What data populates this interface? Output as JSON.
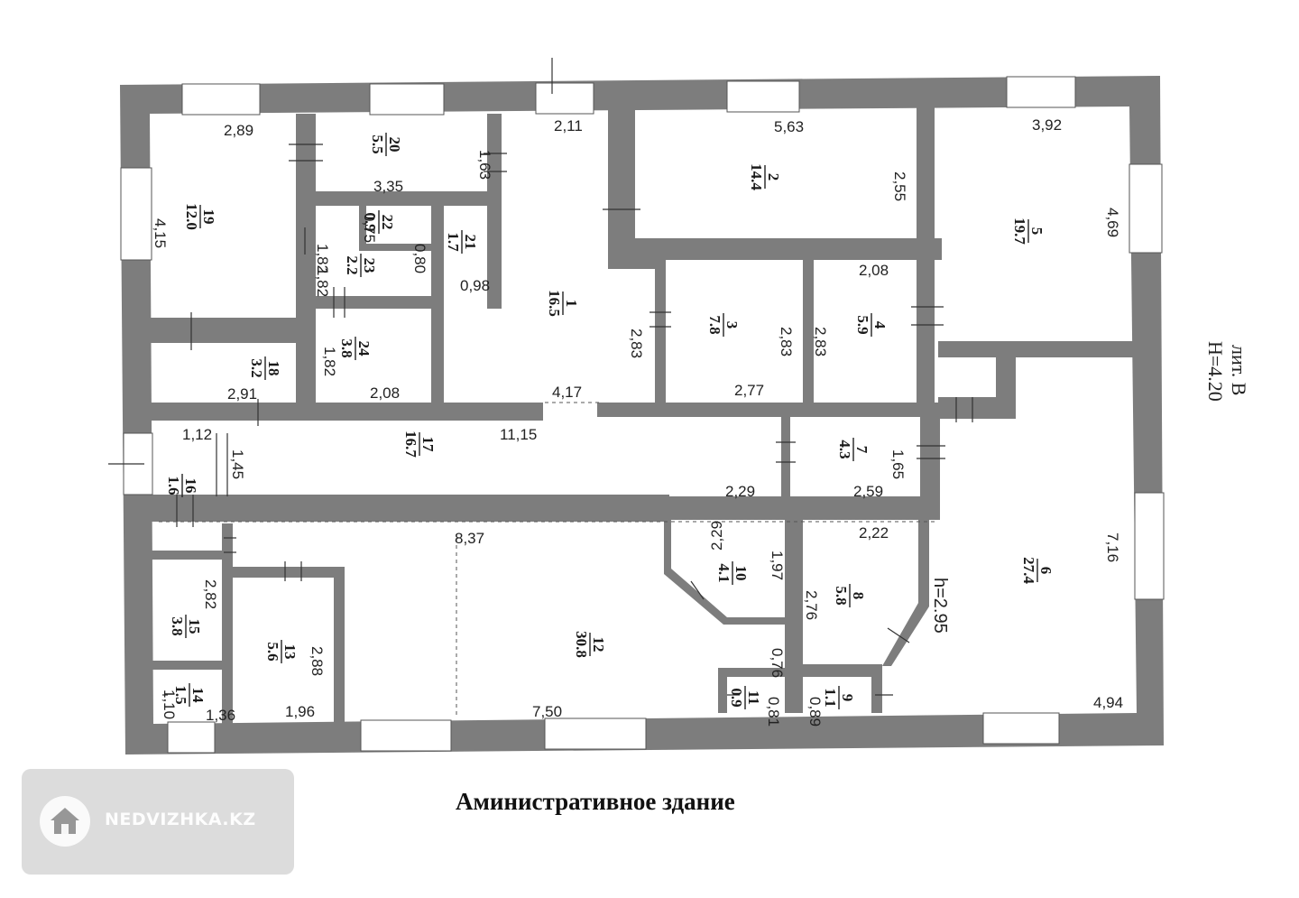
{
  "caption": "Аминистративное здание",
  "side_note": {
    "line1": "лит. В",
    "line2": "H=4.20"
  },
  "ceiling_note": "h=2.95",
  "watermark": {
    "text": "NEDVIZHKA.KZ",
    "icon": "house-icon"
  },
  "colors": {
    "wall": "#7d7d7d",
    "window": "#ffffff",
    "ink": "#222222"
  },
  "rooms": [
    {
      "id": "r19",
      "num": "19",
      "area": "12.0"
    },
    {
      "id": "r20",
      "num": "20",
      "area": "5.5"
    },
    {
      "id": "r22",
      "num": "22",
      "area": "0.9"
    },
    {
      "id": "r21",
      "num": "21",
      "area": "1.7"
    },
    {
      "id": "r23",
      "num": "23",
      "area": "2.2"
    },
    {
      "id": "r18",
      "num": "18",
      "area": "3.2"
    },
    {
      "id": "r24",
      "num": "24",
      "area": "3.8"
    },
    {
      "id": "r1",
      "num": "1",
      "area": "16.5"
    },
    {
      "id": "r2",
      "num": "2",
      "area": "14.4"
    },
    {
      "id": "r3",
      "num": "3",
      "area": "7.8"
    },
    {
      "id": "r4",
      "num": "4",
      "area": "5.9"
    },
    {
      "id": "r5",
      "num": "5",
      "area": "19.7"
    },
    {
      "id": "r16",
      "num": "16",
      "area": "1.6"
    },
    {
      "id": "r17",
      "num": "17",
      "area": "16.7"
    },
    {
      "id": "r7",
      "num": "7",
      "area": "4.3"
    },
    {
      "id": "r15",
      "num": "15",
      "area": "3.8"
    },
    {
      "id": "r14",
      "num": "14",
      "area": "1.5"
    },
    {
      "id": "r13",
      "num": "13",
      "area": "5.6"
    },
    {
      "id": "r12",
      "num": "12",
      "area": "30.8"
    },
    {
      "id": "r10",
      "num": "10",
      "area": "4.1"
    },
    {
      "id": "r8",
      "num": "8",
      "area": "5.8"
    },
    {
      "id": "r11",
      "num": "11",
      "area": "0.9"
    },
    {
      "id": "r9",
      "num": "9",
      "area": "1.1"
    },
    {
      "id": "r6",
      "num": "6",
      "area": "27.4"
    }
  ],
  "dimensions": [
    "2,89",
    "4,15",
    "1,82",
    "2,91",
    "3,35",
    "1,63",
    "0,75",
    "0,80",
    "1,82",
    "0,98",
    "1,82",
    "2,08",
    "2,11",
    "2,83",
    "4,17",
    "5,63",
    "2,55",
    "2,83",
    "2,83",
    "2,77",
    "2,08",
    "3,92",
    "4,69",
    "1,12",
    "1,45",
    "11,15",
    "2,29",
    "1,65",
    "2,59",
    "8,37",
    "2,29",
    "1,97",
    "2,22",
    "2,76",
    "2,82",
    "2,88",
    "1,10",
    "1,36",
    "1,96",
    "7,50",
    "0,76",
    "0,81",
    "0,89",
    "4,94",
    "7,16"
  ]
}
